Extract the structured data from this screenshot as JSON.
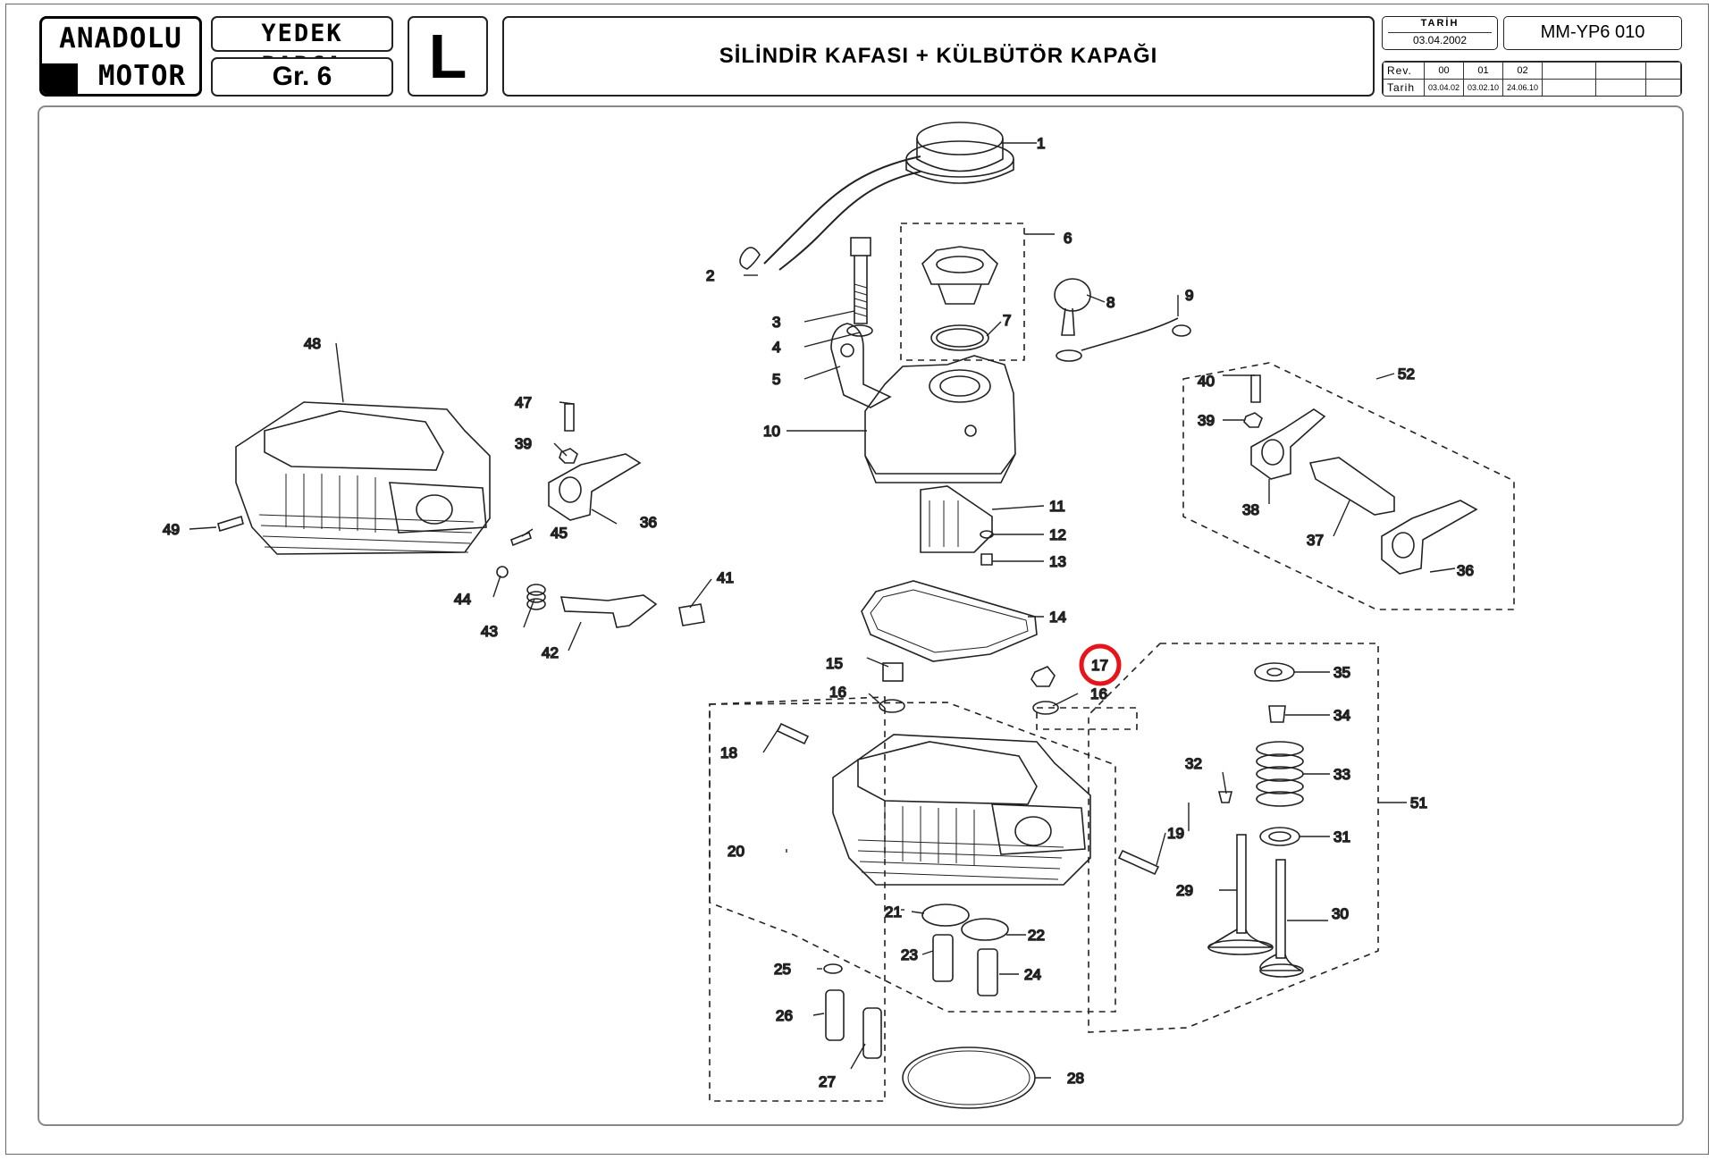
{
  "header": {
    "logo_line1": "ANADOLU",
    "logo_line2": "MOTOR",
    "section_label": "YEDEK PARÇA",
    "group_label": "Gr. 6",
    "letter": "L",
    "title": "SİLİNDİR KAFASI + KÜLBÜTÖR KAPAĞI",
    "date_label": "TARİH",
    "date_value": "03.04.2002",
    "doc_code": "MM-YP6 010",
    "revisions": {
      "rev_label": "Rev.",
      "date_label": "Tarih",
      "numbers": [
        "00",
        "01",
        "02"
      ],
      "dates": [
        "03.04.02",
        "03.02.10",
        "24.06.10"
      ]
    }
  },
  "diagram": {
    "highlighted_callout": "17",
    "callouts": [
      "1",
      "2",
      "3",
      "4",
      "5",
      "6",
      "7",
      "8",
      "9",
      "10",
      "11",
      "12",
      "13",
      "14",
      "15",
      "16",
      "16",
      "17",
      "18",
      "19",
      "20",
      "21",
      "22",
      "23",
      "24",
      "25",
      "26",
      "27",
      "28",
      "29",
      "30",
      "31",
      "32",
      "33",
      "34",
      "35",
      "36",
      "36",
      "37",
      "38",
      "39",
      "39",
      "40",
      "41",
      "42",
      "43",
      "44",
      "45",
      "47",
      "48",
      "49",
      "51",
      "52"
    ],
    "highlight_color": "#e8141b",
    "line_color": "#222222"
  }
}
